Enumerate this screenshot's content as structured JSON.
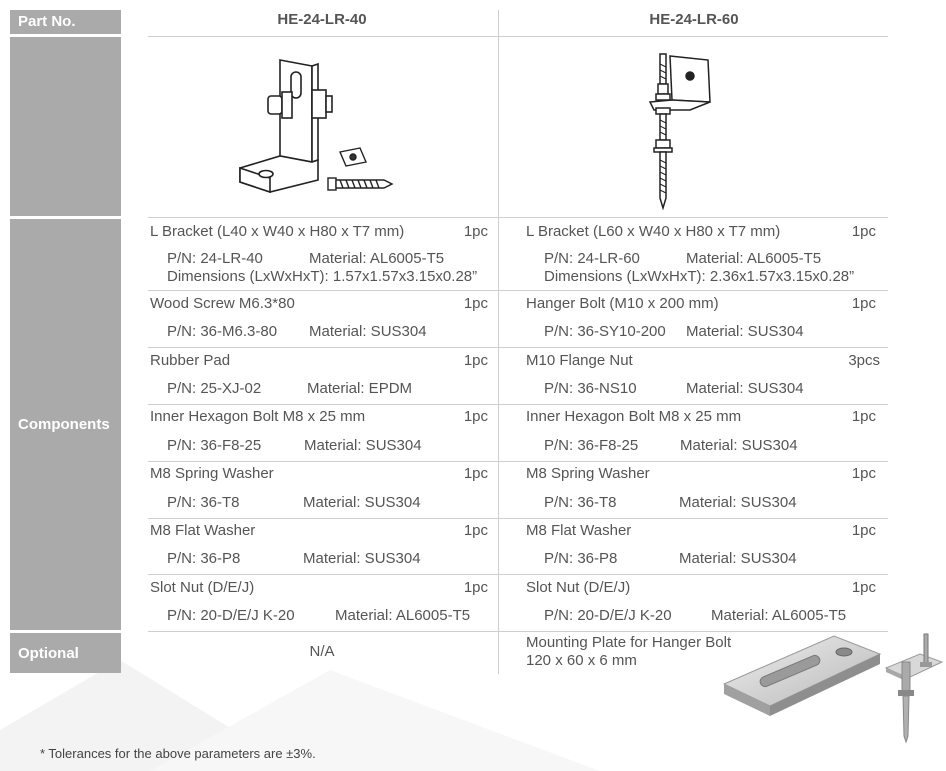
{
  "header": {
    "row_label": "Part No.",
    "col1": "HE-24-LR-40",
    "col2": "HE-24-LR-60"
  },
  "labels": {
    "components": "Components",
    "optional": "Optional"
  },
  "images": {
    "col1": "l-bracket-with-screw-and-pad",
    "col2": "l-bracket-with-hanger-bolt"
  },
  "col1_components": [
    {
      "name": "L Bracket (L40 x W40 x H80 x T7 mm)",
      "qty": "1pc",
      "pn": "P/N: 24-LR-40",
      "material": "Material: AL6005-T5",
      "dimensions": "Dimensions (LxWxHxT): 1.57x1.57x3.15x0.28”"
    },
    {
      "name": "Wood Screw M6.3*80",
      "qty": "1pc",
      "pn": "P/N: 36-M6.3-80",
      "material": "Material: SUS304"
    },
    {
      "name": "Rubber Pad",
      "qty": "1pc",
      "pn": "P/N: 25-XJ-02",
      "material": "Material: EPDM"
    },
    {
      "name": "Inner Hexagon Bolt M8 x 25 mm",
      "qty": "1pc",
      "pn": "P/N: 36-F8-25",
      "material": "Material: SUS304"
    },
    {
      "name": "M8 Spring Washer",
      "qty": "1pc",
      "pn": "P/N: 36-T8",
      "material": "Material: SUS304"
    },
    {
      "name": "M8 Flat Washer",
      "qty": "1pc",
      "pn": "P/N: 36-P8",
      "material": "Material: SUS304"
    },
    {
      "name": "Slot Nut (D/E/J)",
      "qty": "1pc",
      "pn": "P/N: 20-D/E/J K-20",
      "material": "Material: AL6005-T5"
    }
  ],
  "col2_components": [
    {
      "name": "L Bracket (L60 x W40 x H80 x T7 mm)",
      "qty": "1pc",
      "pn": "P/N: 24-LR-60",
      "material": "Material: AL6005-T5",
      "dimensions": "Dimensions (LxWxHxT): 2.36x1.57x3.15x0.28”"
    },
    {
      "name": "Hanger Bolt (M10 x 200 mm)",
      "qty": "1pc",
      "pn": "P/N: 36-SY10-200",
      "material": "Material: SUS304"
    },
    {
      "name": "M10 Flange Nut",
      "qty": "3pcs",
      "pn": "P/N: 36-NS10",
      "material": "Material: SUS304"
    },
    {
      "name": "Inner Hexagon Bolt M8 x 25 mm",
      "qty": "1pc",
      "pn": "P/N: 36-F8-25",
      "material": "Material: SUS304"
    },
    {
      "name": "M8 Spring Washer",
      "qty": "1pc",
      "pn": "P/N: 36-T8",
      "material": "Material: SUS304"
    },
    {
      "name": "M8 Flat Washer",
      "qty": "1pc",
      "pn": "P/N: 36-P8",
      "material": "Material: SUS304"
    },
    {
      "name": "Slot Nut (D/E/J)",
      "qty": "1pc",
      "pn": "P/N: 20-D/E/J K-20",
      "material": "Material: AL6005-T5"
    }
  ],
  "optional": {
    "col1": "N/A",
    "col2_line1": "Mounting Plate for Hanger Bolt",
    "col2_line2": "120 x 60 x 6 mm"
  },
  "footnote": "* Tolerances for the above parameters are ±3%."
}
